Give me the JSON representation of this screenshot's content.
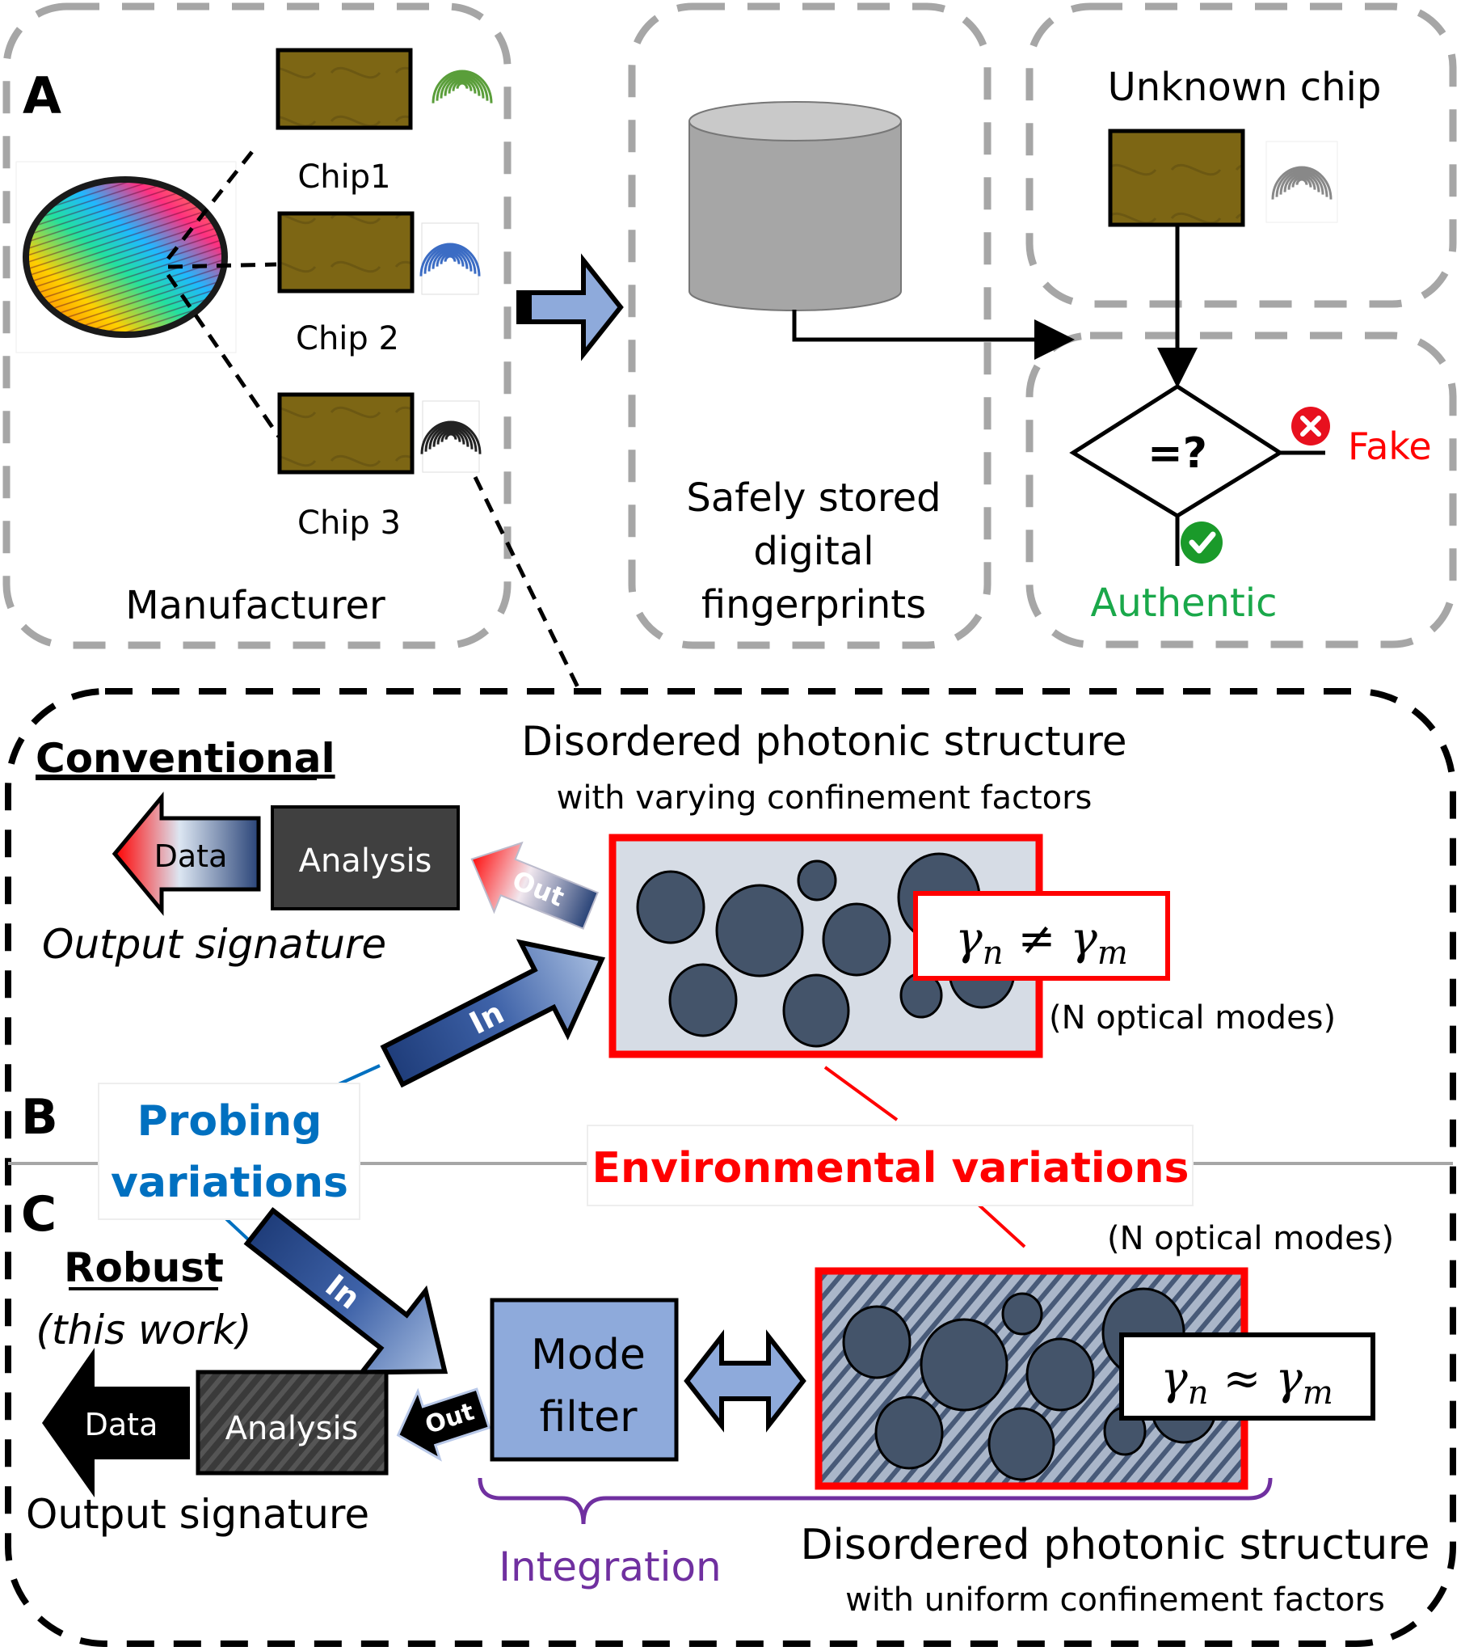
{
  "panel_a": {
    "label": "A",
    "manufacturer": {
      "title": "Manufacturer",
      "chips": [
        "Chip1",
        "Chip 2",
        "Chip 3"
      ],
      "fingerprint_colors": [
        "#5a9e3a",
        "#3b6cc4",
        "#222222"
      ]
    },
    "storage": {
      "lines": [
        "Safely stored",
        "digital",
        "fingerprints"
      ]
    },
    "unknown": {
      "title": "Unknown chip",
      "fingerprint_color": "#888888"
    },
    "decision": {
      "symbol": "=?",
      "fake_label": "Fake",
      "authentic_label": "Authentic",
      "fake_color": "#ff0000",
      "authentic_color": "#1aa84a"
    }
  },
  "panel_b": {
    "label": "B",
    "heading": "Conventional",
    "data_label": "Data",
    "analysis_label": "Analysis",
    "out_label": "Out",
    "in_label": "In",
    "output_signature": "Output signature",
    "structure_title": "Disordered photonic structure",
    "structure_subtitle": "with varying confinement factors",
    "equation": "γn ≠ γm",
    "equation_parts": {
      "lhs": "γ",
      "lhs_sub": "n",
      "op": "≠",
      "rhs": "γ",
      "rhs_sub": "m"
    },
    "modes": "(N optical modes)"
  },
  "shared": {
    "probing_lines": [
      "Probing",
      "variations"
    ],
    "environmental": "Environmental variations",
    "probing_color": "#0070c0",
    "environmental_color": "#ff0000"
  },
  "panel_c": {
    "label": "C",
    "heading": "Robust",
    "subheading": "(this work)",
    "data_label": "Data",
    "analysis_label": "Analysis",
    "out_label": "Out",
    "in_label": "In",
    "mode_filter_lines": [
      "Mode",
      "filter"
    ],
    "output_signature": "Output signature",
    "integration": "Integration",
    "integration_color": "#7030a0",
    "structure_title": "Disordered photonic structure",
    "structure_subtitle": "with uniform confinement factors",
    "equation_parts": {
      "lhs": "γ",
      "lhs_sub": "n",
      "op": "≈",
      "rhs": "γ",
      "rhs_sub": "m"
    },
    "modes": "(N optical modes)"
  }
}
